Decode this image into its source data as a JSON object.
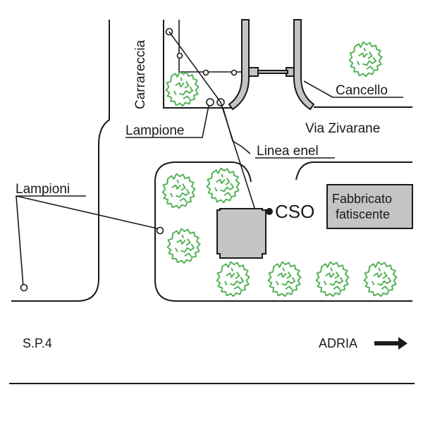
{
  "diagram": {
    "type": "site-plan",
    "labels": {
      "carrareccia": "Carrareccia",
      "cancello": "Cancello",
      "via_zivarane": "Via Zivarane",
      "lampione": "Lampione",
      "linea_enel": "Linea enel",
      "lampioni": "Lampioni",
      "cso": "CSO",
      "fabbricato_line1": "Fabbricato",
      "fabbricato_line2": "fatiscente",
      "sp4": "S.P.4",
      "adria": "ADRIA"
    },
    "colors": {
      "line": "#1a1a1a",
      "fill_grey": "#c4c4c4",
      "tree_green": "#4caf50",
      "background": "#ffffff"
    },
    "trees": [
      {
        "id": "tree-carrareccia"
      },
      {
        "id": "tree-top-right"
      },
      {
        "id": "tree-block-1"
      },
      {
        "id": "tree-block-2"
      },
      {
        "id": "tree-block-3"
      },
      {
        "id": "tree-bottom-1"
      },
      {
        "id": "tree-bottom-2"
      },
      {
        "id": "tree-bottom-3"
      },
      {
        "id": "tree-bottom-4"
      }
    ]
  }
}
